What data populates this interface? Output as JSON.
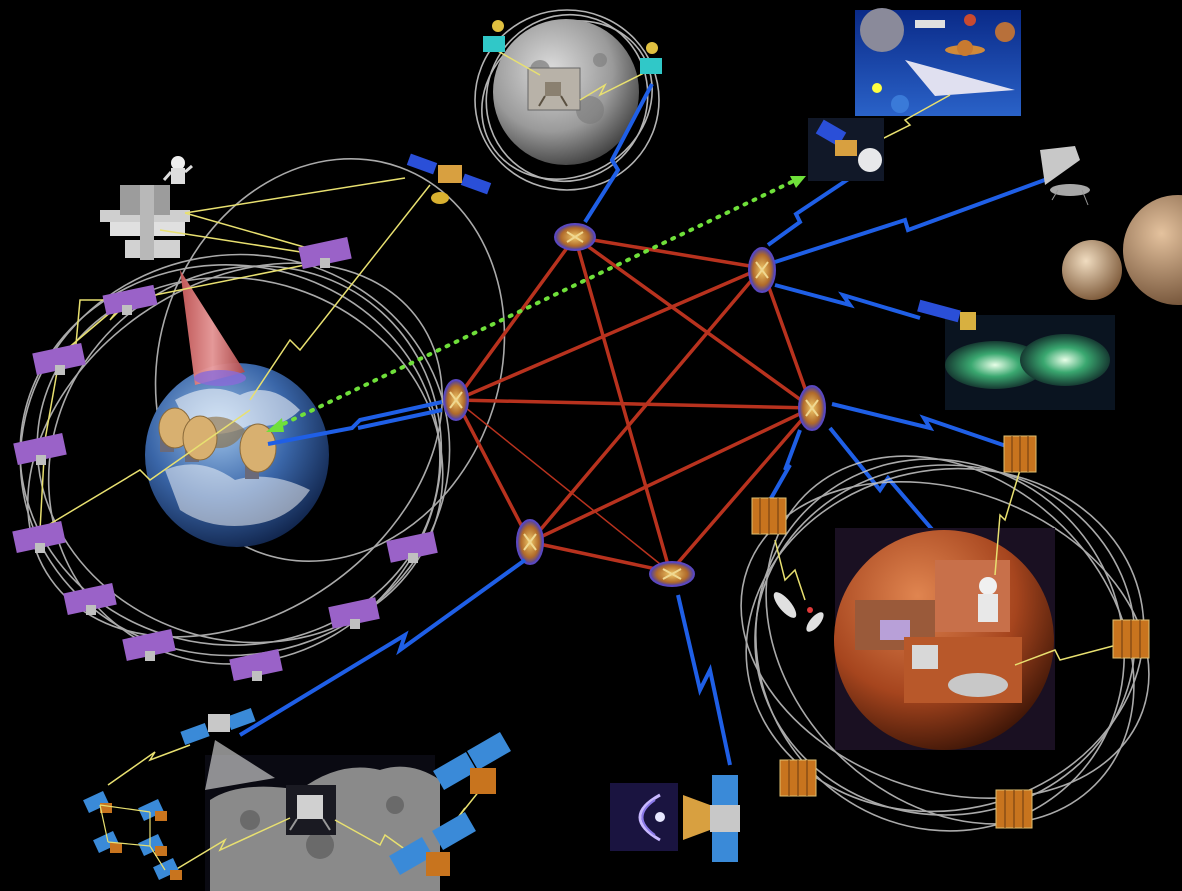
{
  "colors": {
    "background": "#000000",
    "backbone_link": "#b8321e",
    "relay_link": "#1f5fe6",
    "local_link": "#e8e070",
    "optical_link": "#6fe03a",
    "orbit": "#c8c8c8",
    "relay_node": "#d4a347",
    "earth_sat_panel": "#9a62c8",
    "mars_sat": "#c8741e",
    "earth_ocean": "#2f5a9a",
    "mars_surface": "#b2552a",
    "moon_surface": "#a3a3a3"
  },
  "relay_nodes": [
    "relay-node-top",
    "relay-node-right-upper",
    "relay-node-right",
    "relay-node-bottom",
    "relay-node-bottom-left",
    "relay-node-left"
  ],
  "bodies": [
    "earth",
    "moon",
    "mars",
    "asteroid",
    "jupiter",
    "saturn",
    "ringed-planet"
  ],
  "icons": [
    "space-station-icon",
    "astronaut-icon",
    "satellite-icon",
    "lander-icon",
    "rover-icon",
    "telescope-icon",
    "spaceplane-icon",
    "ground-antenna-icon",
    "nebula-icon",
    "probe-icon"
  ]
}
